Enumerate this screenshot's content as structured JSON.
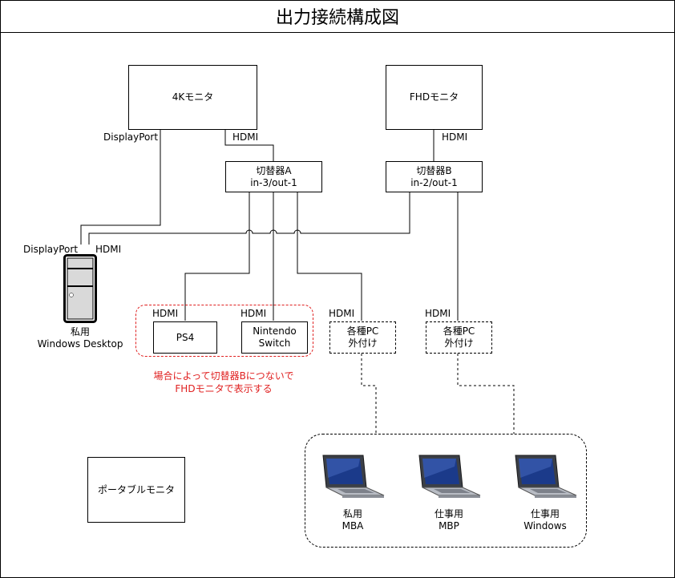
{
  "title": "出力接続構成図",
  "monitors": {
    "m4k": "4Kモニタ",
    "fhd": "FHDモニタ",
    "portable": "ポータブルモニタ"
  },
  "switches": {
    "a_name": "切替器A",
    "a_mode": "in-3/out-1",
    "b_name": "切替器B",
    "b_mode": "in-2/out-1"
  },
  "devices": {
    "ps4": "PS4",
    "switch_line1": "Nintendo",
    "switch_line2": "Switch",
    "ext_pc_line1": "各種PC",
    "ext_pc_line2": "外付け"
  },
  "desktop": {
    "line1": "私用",
    "line2": "Windows Desktop"
  },
  "labels": {
    "hdmi": "HDMI",
    "displayport": "DisplayPort"
  },
  "note": {
    "line1": "場合によって切替器Bにつないで",
    "line2": "FHDモニタで表示する"
  },
  "laptops": [
    {
      "line1": "私用",
      "line2": "MBA"
    },
    {
      "line1": "仕事用",
      "line2": "MBP"
    },
    {
      "line1": "仕事用",
      "line2": "Windows"
    }
  ],
  "colors": {
    "note_red": "#e02020",
    "laptop_screen": "#1b3a8a",
    "laptop_body": "#b8bcc4"
  }
}
